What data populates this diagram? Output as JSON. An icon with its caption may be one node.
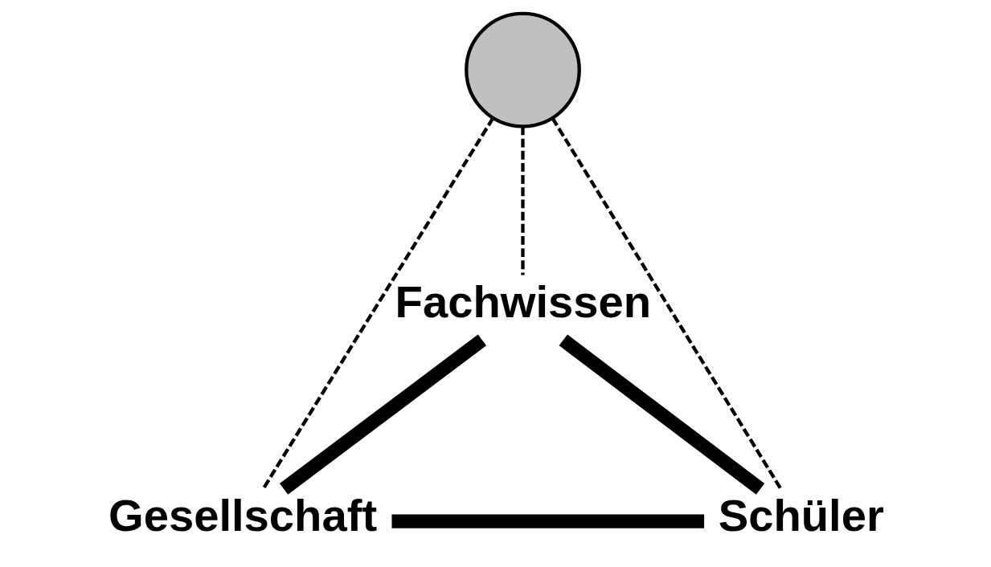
{
  "diagram": {
    "nodes": [
      {
        "text": [
          "Fachwissen"
        ]
      },
      {
        "text": [],
        "shape": "circle"
      },
      {
        "text": [
          "Gesellschaft"
        ]
      },
      {
        "text": [
          "Schüler"
        ]
      }
    ],
    "edges": [
      {
        "from": 0,
        "to": 2,
        "arrow": "none",
        "style": "thick"
      },
      {
        "from": 0,
        "to": 3,
        "arrow": "none",
        "style": "thick"
      },
      {
        "from": 2,
        "to": 3,
        "arrow": "none",
        "style": "thick"
      },
      {
        "from": 1,
        "to": 0,
        "arrow": "none",
        "style": "dashed"
      },
      {
        "from": 1,
        "to": 2,
        "arrow": "none",
        "style": "dashed"
      },
      {
        "from": 1,
        "to": 3,
        "arrow": "none",
        "style": "dashed"
      }
    ]
  }
}
